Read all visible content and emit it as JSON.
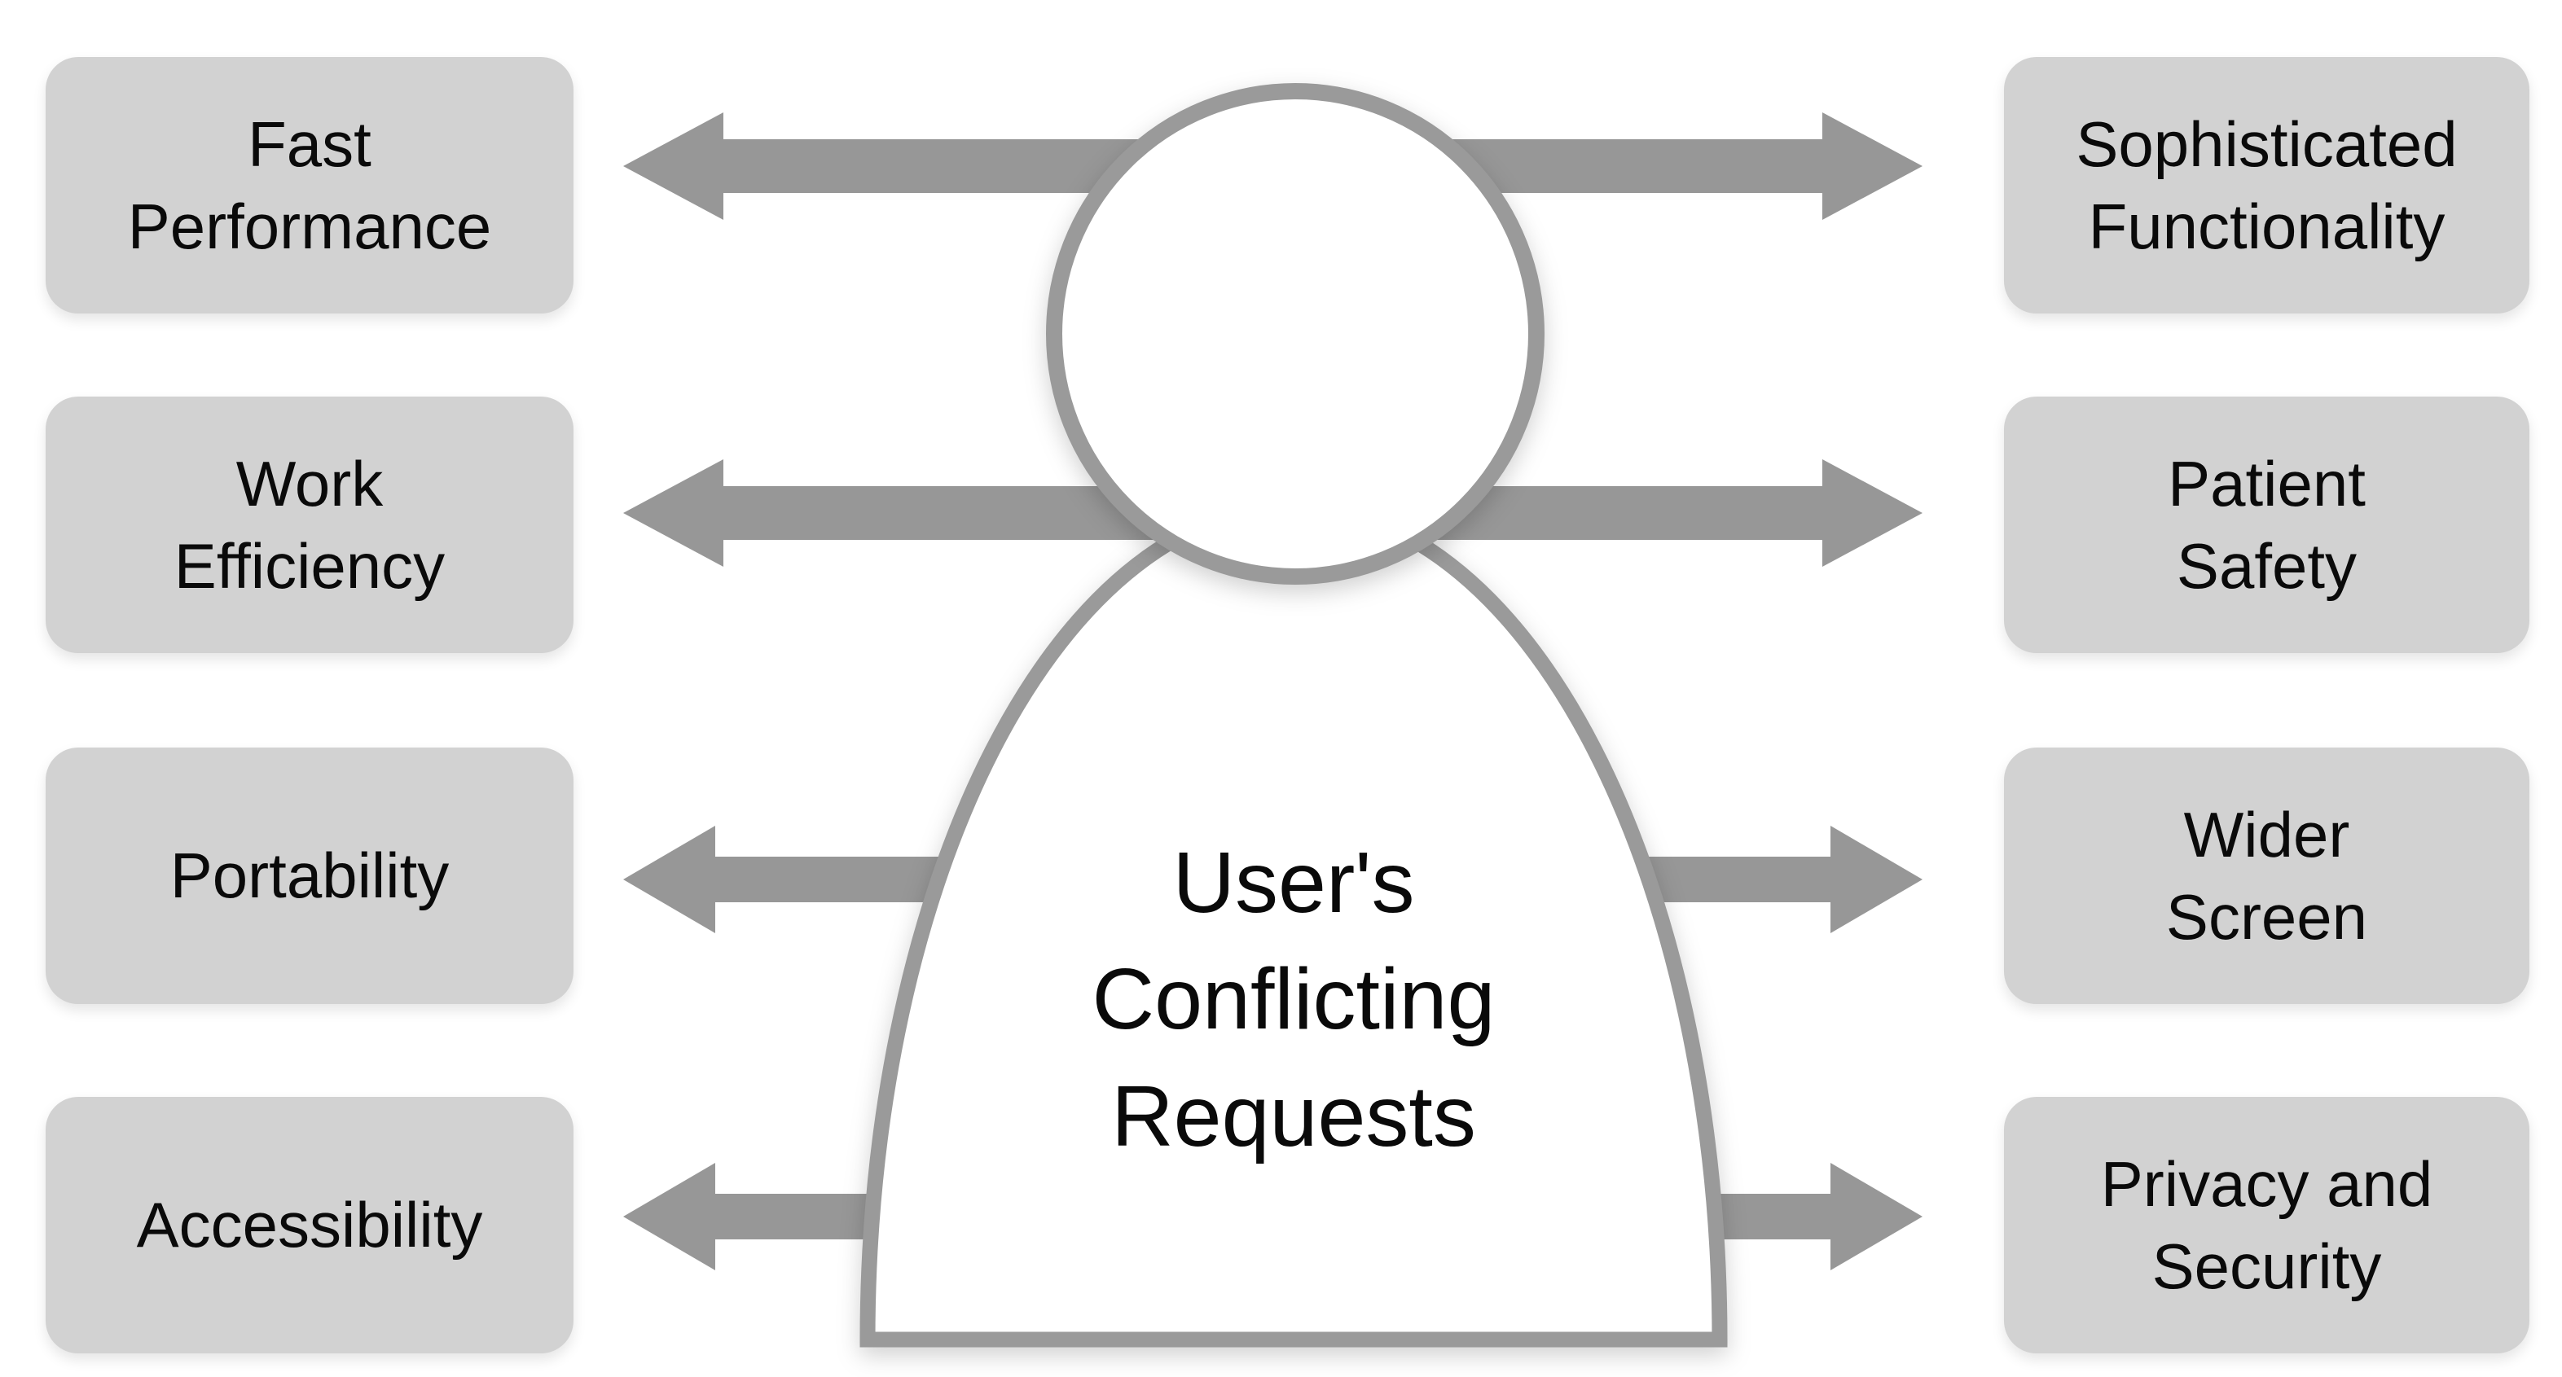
{
  "figure": {
    "label": "User's\nConflicting\nRequests"
  },
  "boxes": {
    "left": [
      {
        "label": "Fast\nPerformance"
      },
      {
        "label": "Work\nEfficiency"
      },
      {
        "label": "Portability"
      },
      {
        "label": "Accessibility"
      }
    ],
    "right": [
      {
        "label": "Sophisticated\nFunctionality"
      },
      {
        "label": "Patient\nSafety"
      },
      {
        "label": "Wider\nScreen"
      },
      {
        "label": "Privacy and\nSecurity"
      }
    ]
  },
  "connections": [
    {
      "from": "Fast Performance",
      "to": "Sophisticated Functionality",
      "style": "double-headed"
    },
    {
      "from": "Work Efficiency",
      "to": "Patient Safety",
      "style": "double-headed"
    },
    {
      "from": "User's Conflicting Requests",
      "to": "Portability",
      "style": "single-headed-left"
    },
    {
      "from": "User's Conflicting Requests",
      "to": "Wider Screen",
      "style": "single-headed-right"
    },
    {
      "from": "User's Conflicting Requests",
      "to": "Accessibility",
      "style": "single-headed-left"
    },
    {
      "from": "User's Conflicting Requests",
      "to": "Privacy and Security",
      "style": "single-headed-right"
    }
  ],
  "colors": {
    "box_fill": "#d2d2d2",
    "arrow": "#979797",
    "figure_stroke": "#9a9a9a",
    "figure_fill": "#ffffff",
    "text": "#0a0a0a",
    "background": "#ffffff"
  }
}
